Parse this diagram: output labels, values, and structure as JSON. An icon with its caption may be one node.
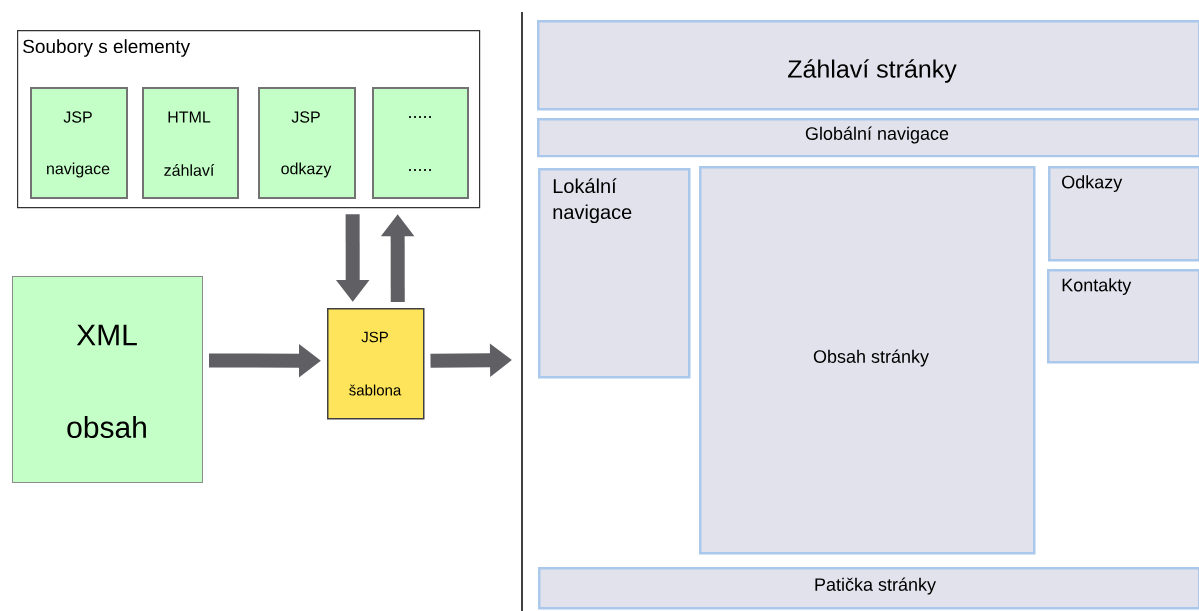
{
  "diagram": {
    "nodes": [
      {
        "text": [
          "Soubory s elementy"
        ]
      },
      {
        "text": [
          "JSP",
          "navigace"
        ],
        "in": 0
      },
      {
        "text": [
          "HTML",
          "záhlaví"
        ],
        "in": 0
      },
      {
        "text": [
          "JSP",
          "odkazy"
        ],
        "in": 0
      },
      {
        "text": [
          ".....",
          "....."
        ],
        "in": 0
      },
      {
        "text": [
          "XML",
          "obsah"
        ]
      },
      {
        "text": [
          "JSP",
          "šablona"
        ]
      },
      {
        "text": [
          "Záhlaví stránky"
        ]
      },
      {
        "text": [
          "Globální navigace"
        ]
      },
      {
        "text": [
          "Lokální navigace"
        ]
      },
      {
        "text": [
          "Obsah stránky"
        ]
      },
      {
        "text": [
          "Odkazy"
        ]
      },
      {
        "text": [
          "Kontakty"
        ]
      },
      {
        "text": [
          "Patička stránky"
        ]
      }
    ],
    "edges": [
      {
        "from": 0,
        "to": 6,
        "arrow": "to"
      },
      {
        "from": 6,
        "to": 0,
        "arrow": "to"
      },
      {
        "from": 5,
        "to": 6,
        "arrow": "to"
      },
      {
        "from": 6,
        "to": null,
        "arrow": "to"
      }
    ]
  }
}
